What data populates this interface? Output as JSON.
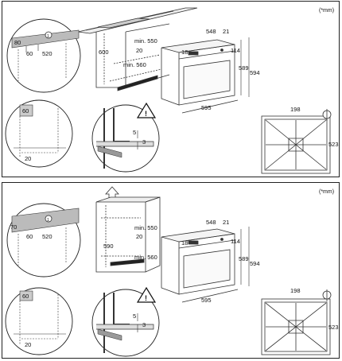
{
  "panels": [
    {
      "units": "(*mm)",
      "cabinet": {
        "dims": [
          "600",
          "min. 550",
          "20",
          "min. 560"
        ]
      },
      "detail_top": {
        "dims": [
          "80",
          "60",
          "520"
        ]
      },
      "detail_side": {
        "dims": [
          "60",
          "20"
        ]
      },
      "detail_warning": {
        "dims": [
          "5",
          "3"
        ]
      },
      "oven": {
        "dims": [
          "548",
          "21",
          "18",
          "114",
          "589",
          "594",
          "595"
        ]
      },
      "hob": {
        "dims": [
          "198",
          "523"
        ]
      }
    },
    {
      "units": "(*mm)",
      "cabinet": {
        "dims": [
          "590",
          "min. 550",
          "20",
          "min. 560"
        ]
      },
      "detail_top": {
        "dims": [
          "70",
          "60",
          "520"
        ]
      },
      "detail_side": {
        "dims": [
          "60",
          "20"
        ]
      },
      "detail_warning": {
        "dims": [
          "5",
          "3"
        ]
      },
      "oven": {
        "dims": [
          "548",
          "21",
          "18",
          "114",
          "589",
          "594",
          "595"
        ]
      },
      "hob": {
        "dims": [
          "198",
          "523"
        ]
      }
    }
  ]
}
